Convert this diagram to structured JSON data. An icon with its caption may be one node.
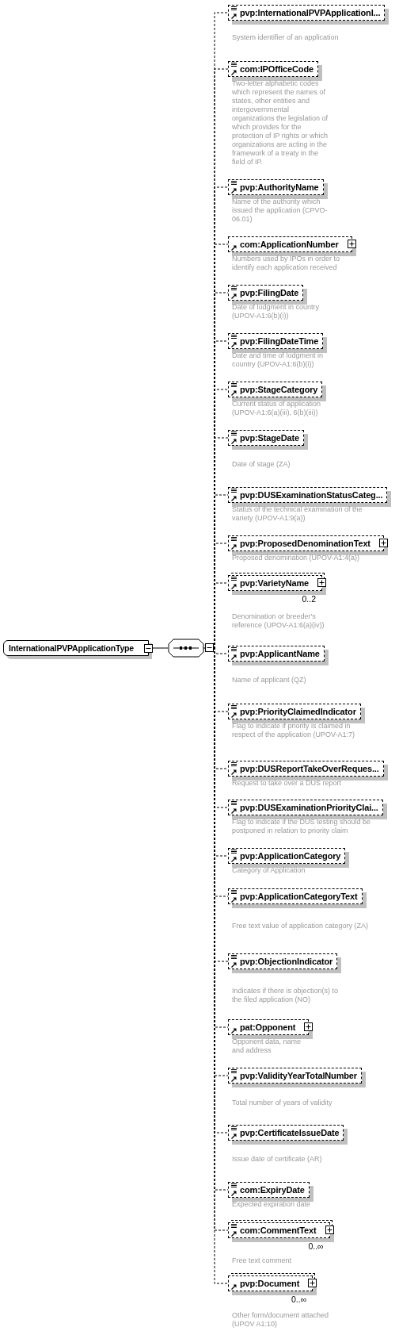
{
  "diagram": {
    "nodes": [
      {
        "text": [
          "InternationalPVPApplicationType"
        ]
      },
      {
        "text": [],
        "shape": "octagon"
      },
      {
        "text": [
          "pvp:InternationalPVPApplicationI..."
        ],
        "beside": [
          "System identifier of an application"
        ]
      },
      {
        "text": [
          "com:IPOfficeCode"
        ],
        "beside": [
          "Two-letter alphabetic codes which represent the names of states, other entities and intergovernmental organizations the legislation of which provides for the protection of IP rights or which organizations are acting in the framework of a treaty in the field of IP."
        ]
      },
      {
        "text": [
          "pvp:AuthorityName"
        ],
        "beside": [
          "Name of the authority which issued the application (CPVO- 06.01)"
        ]
      },
      {
        "text": [
          "com:ApplicationNumber"
        ],
        "beside": [
          "Numbers used by IPOs in order to identify each application received"
        ]
      },
      {
        "text": [
          "pvp:FilingDate"
        ],
        "beside": [
          "Date of lodgment in country (UPOV-A1:6(b)(i))"
        ]
      },
      {
        "text": [
          "pvp:FilingDateTime"
        ],
        "beside": [
          "Date and time of lodgment in country (UPOV-A1:6(b)(i))"
        ]
      },
      {
        "text": [
          "pvp:StageCategory"
        ],
        "beside": [
          "Current status of application (UPOV-A1:6(a)(iii), 6(b)(iii))"
        ]
      },
      {
        "text": [
          "pvp:StageDate"
        ],
        "beside": [
          "Date of stage (ZA)"
        ]
      },
      {
        "text": [
          "pvp:DUSExaminationStatusCateg..."
        ],
        "beside": [
          "Status of the technical examination of the variety (UPOV-A1:9(a))"
        ]
      },
      {
        "text": [
          "pvp:ProposedDenominationText"
        ],
        "beside": [
          "Proposed denomination (UPOV-A1:4(a))"
        ]
      },
      {
        "text": [
          "pvp:VarietyName"
        ],
        "beside": [
          "0..2",
          "Denomination or breeder's reference (UPOV-A1:6(a)(iv))"
        ]
      },
      {
        "text": [
          "pvp:ApplicantName"
        ],
        "beside": [
          "Name of applicant (QZ)"
        ]
      },
      {
        "text": [
          "pvp:PriorityClaimedIndicator"
        ],
        "beside": [
          "Flag to indicate if priority is claimed in respect of the application (UPOV-A1:7)"
        ]
      },
      {
        "text": [
          "pvp:DUSReportTakeOverReques..."
        ],
        "beside": [
          "Request to take over a DUS report"
        ]
      },
      {
        "text": [
          "pvp:DUSExaminationPriorityClai..."
        ],
        "beside": [
          "Flag to indicate if the DUS testing should be postponed in relation to priority claim"
        ]
      },
      {
        "text": [
          "pvp:ApplicationCategory"
        ],
        "beside": [
          "Category of Application"
        ]
      },
      {
        "text": [
          "pvp:ApplicationCategoryText"
        ],
        "beside": [
          "Free text value of application category (ZA)"
        ]
      },
      {
        "text": [
          "pvp:ObjectionIndicator"
        ],
        "beside": [
          "Indicates if there is objection(s) to the filed application (NO)"
        ]
      },
      {
        "text": [
          "pat:Opponent"
        ],
        "beside": [
          "Opponent data, name and address"
        ]
      },
      {
        "text": [
          "pvp:ValidityYearTotalNumber"
        ],
        "beside": [
          "Total number of years of validity"
        ]
      },
      {
        "text": [
          "pvp:CertificateIssueDate"
        ],
        "beside": [
          "Issue date of certificate (AR)"
        ]
      },
      {
        "text": [
          "com:ExpiryDate"
        ],
        "beside": [
          "Expected expiration date"
        ]
      },
      {
        "text": [
          "com:CommentText"
        ],
        "beside": [
          "0..∞",
          "Free text comment"
        ]
      },
      {
        "text": [
          "pvp:Document"
        ],
        "beside": [
          "0..∞",
          "Other form/document attached (UPOV A1:10)"
        ]
      }
    ],
    "edges": [
      {
        "from": 0,
        "to": 1,
        "arrow": "none"
      },
      {
        "from": 1,
        "to": 2,
        "arrow": "none",
        "style": "dashed"
      },
      {
        "from": 1,
        "to": 3,
        "arrow": "none",
        "style": "dashed"
      },
      {
        "from": 1,
        "to": 4,
        "arrow": "none",
        "style": "dashed"
      },
      {
        "from": 1,
        "to": 5,
        "arrow": "none",
        "style": "dashed"
      },
      {
        "from": 1,
        "to": 6,
        "arrow": "none",
        "style": "dashed"
      },
      {
        "from": 1,
        "to": 7,
        "arrow": "none",
        "style": "dashed"
      },
      {
        "from": 1,
        "to": 8,
        "arrow": "none",
        "style": "dashed"
      },
      {
        "from": 1,
        "to": 9,
        "arrow": "none",
        "style": "dashed"
      },
      {
        "from": 1,
        "to": 10,
        "arrow": "none",
        "style": "dashed"
      },
      {
        "from": 1,
        "to": 11,
        "arrow": "none",
        "style": "dashed"
      },
      {
        "from": 1,
        "to": 12,
        "arrow": "none",
        "style": "dashed"
      },
      {
        "from": 1,
        "to": 13,
        "arrow": "none",
        "style": "dashed"
      },
      {
        "from": 1,
        "to": 14,
        "arrow": "none",
        "style": "dashed"
      },
      {
        "from": 1,
        "to": 15,
        "arrow": "none",
        "style": "dashed"
      },
      {
        "from": 1,
        "to": 16,
        "arrow": "none",
        "style": "dashed"
      },
      {
        "from": 1,
        "to": 17,
        "arrow": "none",
        "style": "dashed"
      },
      {
        "from": 1,
        "to": 18,
        "arrow": "none",
        "style": "dashed"
      },
      {
        "from": 1,
        "to": 19,
        "arrow": "none",
        "style": "dashed"
      },
      {
        "from": 1,
        "to": 20,
        "arrow": "none",
        "style": "dashed"
      },
      {
        "from": 1,
        "to": 21,
        "arrow": "none",
        "style": "dashed"
      },
      {
        "from": 1,
        "to": 22,
        "arrow": "none",
        "style": "dashed"
      },
      {
        "from": 1,
        "to": 23,
        "arrow": "none",
        "style": "dashed"
      },
      {
        "from": 1,
        "to": 24,
        "arrow": "none",
        "style": "dashed"
      },
      {
        "from": 1,
        "to": 25,
        "arrow": "none",
        "style": "dashed"
      }
    ]
  }
}
